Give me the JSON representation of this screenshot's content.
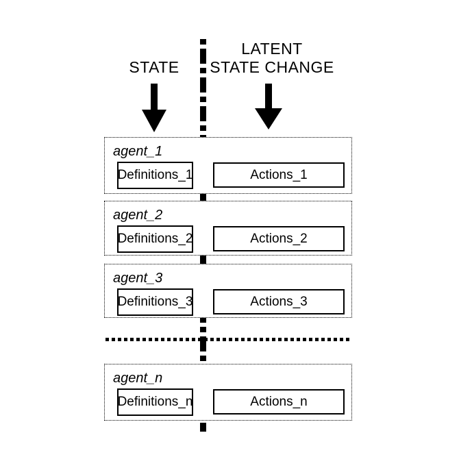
{
  "header": {
    "left_label": "STATE",
    "right_label": "LATENT\nSTATE CHANGE"
  },
  "icons": {
    "left_arrow": "down-arrow",
    "right_arrow": "down-arrow"
  },
  "agents": [
    {
      "label": "agent_1",
      "definitions": "Definitions_1",
      "actions": "Actions_1"
    },
    {
      "label": "agent_2",
      "definitions": "Definitions_2",
      "actions": "Actions_2"
    },
    {
      "label": "agent_3",
      "definitions": "Definitions_3",
      "actions": "Actions_3"
    },
    {
      "label": "agent_n",
      "definitions": "Definitions_n",
      "actions": "Actions_n"
    }
  ],
  "dividers": {
    "vertical_boundary": "dash-dot line separating STATE column from LATENT STATE CHANGE column",
    "horizontal_continuation": "dotted line indicating omitted agents between agent_3 and agent_n"
  },
  "colors": {
    "ink": "#000000",
    "background": "#ffffff"
  }
}
